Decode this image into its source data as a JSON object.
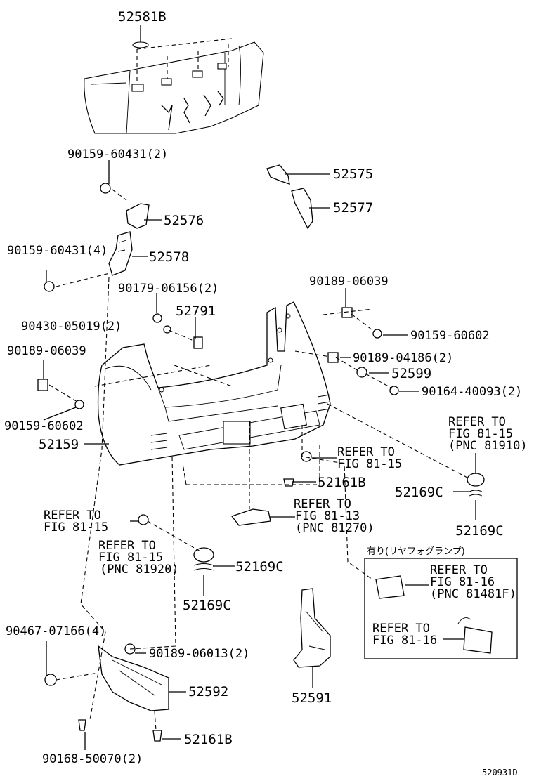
{
  "labels": {
    "p52581b": "52581B",
    "p90159_60431_2": "90159-60431(2)",
    "p52575": "52575",
    "p52577": "52577",
    "p52576": "52576",
    "p90159_60431_4": "90159-60431(4)",
    "p52578": "52578",
    "p90179_06156": "90179-06156(2)",
    "p52791": "52791",
    "p90189_06039_right": "90189-06039",
    "p90430_05019": "90430-05019(2)",
    "p90159_60602_right": "90159-60602",
    "p90189_06039_left": "90189-06039",
    "p90189_04186": "90189-04186(2)",
    "p52599": "52599",
    "p90164_40093": "90164-40093(2)",
    "p90159_60602_left": "90159-60602",
    "p52159": "52159",
    "p52161b_mid": "52161B",
    "p52169c_right_a": "52169C",
    "p52169c_right_b": "52169C",
    "p52169c_left_a": "52169C",
    "p52169c_left_b": "52169C",
    "p90467_07166": "90467-07166(4)",
    "p90189_06013": "90189-06013(2)",
    "p52592": "52592",
    "p52591": "52591",
    "p52161b_bot": "52161B",
    "p90168_50070": "90168-50070(2)"
  },
  "refs": {
    "r1_l1": "REFER TO",
    "r1_l2": "FIG 81-15",
    "r1_l3": "(PNC 81910)",
    "r2_l1": "REFER TO",
    "r2_l2": "FIG 81-15",
    "r3_l1": "REFER TO",
    "r3_l2": "FIG 81-13",
    "r3_l3": "(PNC 81270)",
    "r4_l1": "REFER TO",
    "r4_l2": "FIG 81-15",
    "r5_l1": "REFER TO",
    "r5_l2": "FIG 81-15",
    "r5_l3": "(PNC 81920)",
    "r6_l1": "REFER TO",
    "r6_l2": "FIG 81-16",
    "r6_l3": "(PNC 81481F)",
    "r7_l1": "REFER TO",
    "r7_l2": "FIG 81-16"
  },
  "fog_box_title": "有り(リヤフォグランプ)",
  "diagram_code": "520931D"
}
